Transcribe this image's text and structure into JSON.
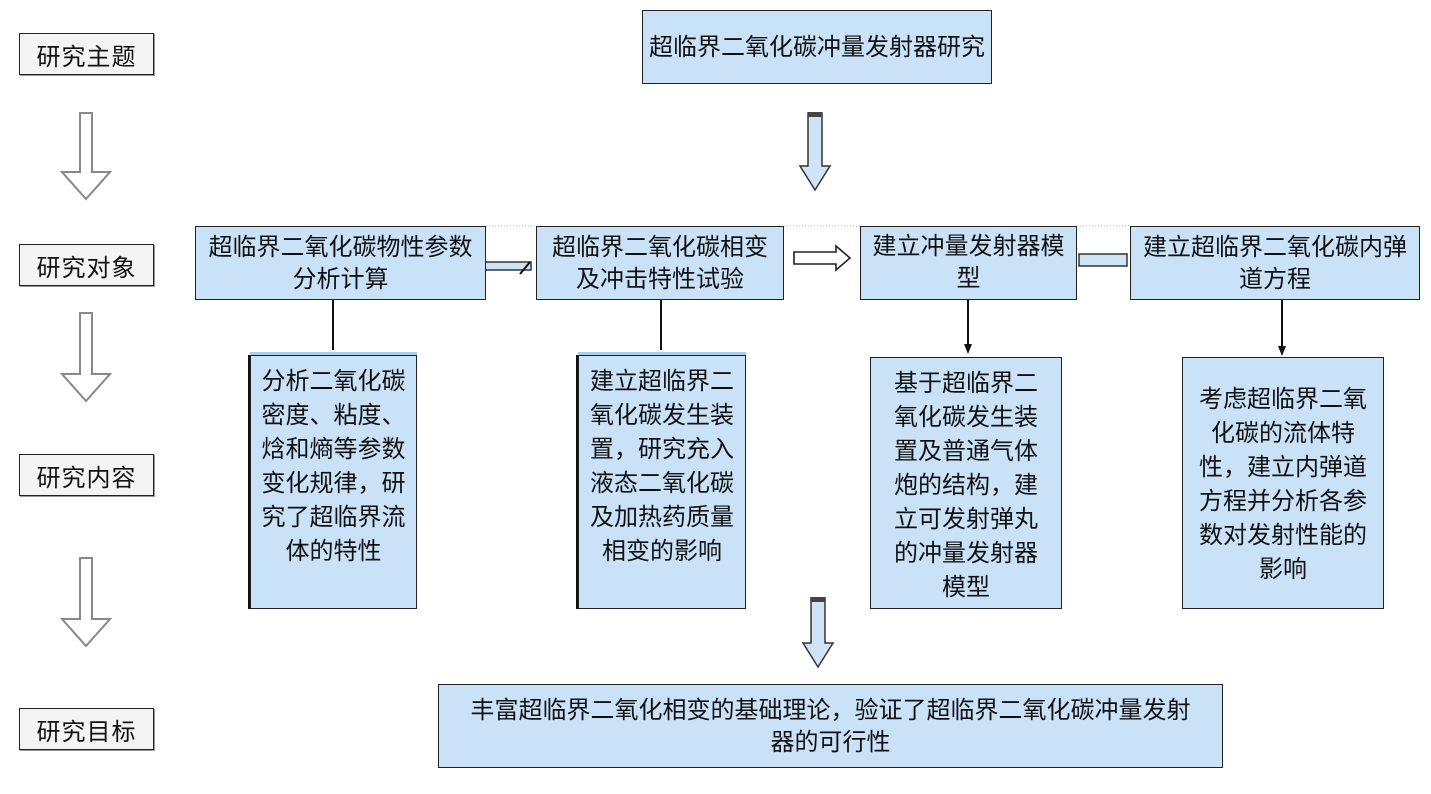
{
  "stages": {
    "theme": "研究主题",
    "object": "研究对象",
    "content": "研究内容",
    "goal": "研究目标"
  },
  "topic": "超临界二氧化碳冲量发射器研究",
  "objects": [
    "超临界二氧化碳物性参数分析计算",
    "超临界二氧化碳相变及冲击特性试验",
    "建立冲量发射器模型",
    "建立超临界二氧化碳内弹道方程"
  ],
  "contents": [
    "分析二氧化碳密度、粘度、焓和熵等参数变化规律，研究了超临界流体的特性",
    "建立超临界二氧化碳发生装置，研究充入液态二氧化碳及加热药质量相变的影响",
    "基于超临界二氧化碳发生装置及普通气体炮的结构，建立可发射弹丸的冲量发射器模型",
    "考虑超临界二氧化碳的流体特性，建立内弹道方程并分析各参数对发射性能的影响"
  ],
  "goal_text": "丰富超临界二氧化相变的基础理论，验证了超临界二氧化碳冲量发射器的可行性",
  "colors": {
    "box_fill": "#c9e2f8",
    "arrow_fill": "#cfe4f7",
    "stroke": "#222222"
  }
}
